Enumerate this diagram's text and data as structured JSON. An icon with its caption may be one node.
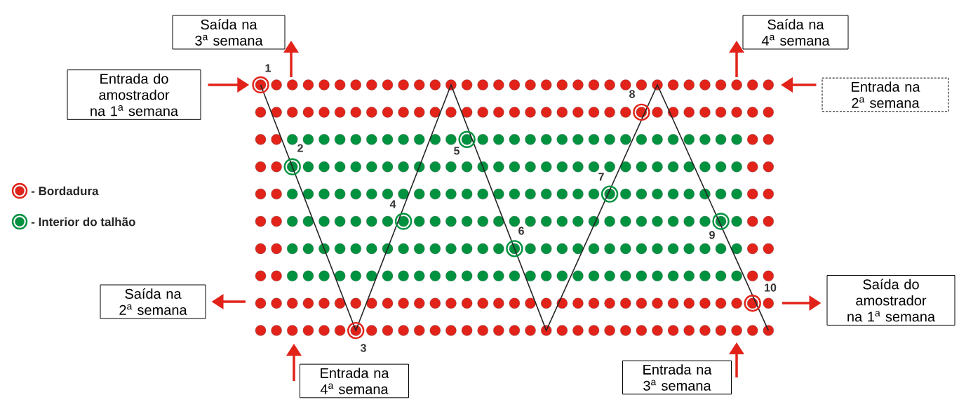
{
  "diagram": {
    "nodes": [
      {
        "text": [
          "Saída na 3$^{a}$ semana"
        ]
      },
      {
        "text": [
          "Saída na 4$^{a}$ semana"
        ]
      },
      {
        "text": [
          "Entrada do amostrador na 1$^{a}$ semana"
        ]
      },
      {
        "text": [
          "Entrada na 2$^{a}$ semana"
        ]
      },
      {
        "text": [
          "Saída na 2$^{a}$ semana"
        ]
      },
      {
        "text": [
          "Saída do amostrador na 1$^{a}$ semana"
        ]
      },
      {
        "text": [
          "Entrada na 4$^{a}$ semana"
        ]
      },
      {
        "text": [
          "Entrada na 3$^{a}$ semana"
        ]
      },
      {
        "text": [],
        "shape": "circle",
        "beside": [
          "1"
        ]
      },
      {
        "text": [],
        "shape": "circle",
        "beside": [
          "2"
        ]
      },
      {
        "text": [],
        "shape": "circle",
        "beside": [
          "3"
        ]
      },
      {
        "text": [],
        "shape": "circle",
        "beside": [
          "4"
        ]
      },
      {
        "text": [],
        "shape": "circle",
        "beside": [
          "5"
        ]
      },
      {
        "text": [],
        "shape": "circle",
        "beside": [
          "6"
        ]
      },
      {
        "text": [],
        "shape": "circle",
        "beside": [
          "7"
        ]
      },
      {
        "text": [],
        "shape": "circle",
        "beside": [
          "8"
        ]
      },
      {
        "text": [],
        "shape": "circle",
        "beside": [
          "9"
        ]
      },
      {
        "text": [],
        "shape": "circle",
        "beside": [
          "10"
        ]
      }
    ],
    "edges": [
      {
        "from": 2,
        "to": 8,
        "arrow": "to"
      },
      {
        "from": null,
        "to": 0,
        "arrow": "to"
      },
      {
        "from": null,
        "to": 1,
        "arrow": "to"
      },
      {
        "from": 3,
        "to": null,
        "arrow": "to"
      },
      {
        "from": null,
        "to": 4,
        "arrow": "to"
      },
      {
        "from": null,
        "to": 5,
        "arrow": "to"
      },
      {
        "from": 6,
        "to": null,
        "arrow": "to"
      },
      {
        "from": 7,
        "to": null,
        "arrow": "to"
      }
    ],
    "legend": [
      {
        "text": "- Bordadura",
        "color": "#e2231a"
      },
      {
        "text": "- Interior do talhão",
        "color": "#00923f"
      }
    ]
  }
}
